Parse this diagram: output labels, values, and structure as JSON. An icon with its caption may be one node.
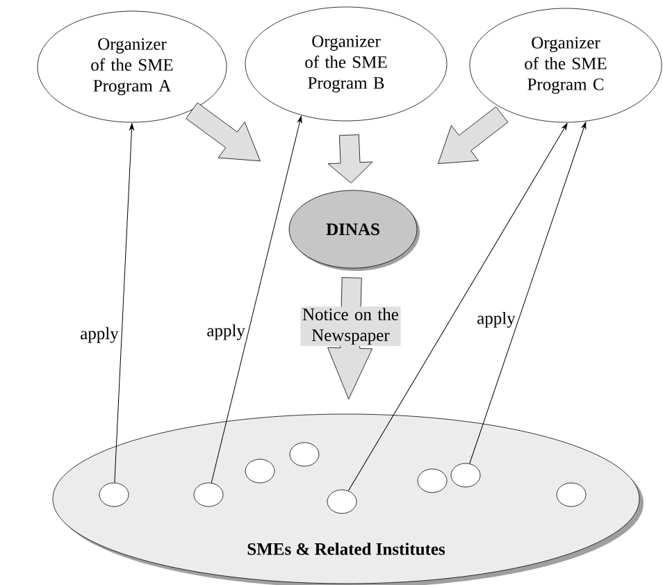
{
  "diagram": {
    "nodes": [
      {
        "text": [
          "Organizer of the SME Program A"
        ]
      },
      {
        "text": [
          "Organizer of the SME Program B"
        ]
      },
      {
        "text": [
          "Organizer of the SME Program C"
        ]
      },
      {
        "text": [
          "DINAS"
        ]
      },
      {
        "text": [
          "SMEs & Related Institutes"
        ]
      },
      {
        "text": [],
        "shape": "circle",
        "in": 4
      },
      {
        "text": [],
        "shape": "circle",
        "in": 4
      },
      {
        "text": [],
        "shape": "circle",
        "in": 4
      },
      {
        "text": [],
        "shape": "circle",
        "in": 4
      },
      {
        "text": [],
        "shape": "circle",
        "in": 4
      },
      {
        "text": [],
        "shape": "circle",
        "in": 4
      },
      {
        "text": [],
        "shape": "circle",
        "in": 4
      },
      {
        "text": [],
        "shape": "circle",
        "in": 4
      }
    ],
    "edges": [
      {
        "from": 5,
        "to": 0,
        "arrow": "to",
        "label": "apply"
      },
      {
        "from": 6,
        "to": 1,
        "arrow": "to",
        "label": "apply"
      },
      {
        "from": 9,
        "to": 2,
        "arrow": "to"
      },
      {
        "from": 11,
        "to": 2,
        "arrow": "to",
        "label": "apply"
      },
      {
        "from": 0,
        "to": 3,
        "arrow": "to",
        "style": "thick"
      },
      {
        "from": 1,
        "to": 3,
        "arrow": "to",
        "style": "thick"
      },
      {
        "from": 2,
        "to": 3,
        "arrow": "to",
        "style": "thick"
      },
      {
        "from": 3,
        "to": 4,
        "arrow": "to",
        "style": "thick",
        "label": "Notice on the Newspaper"
      }
    ]
  }
}
